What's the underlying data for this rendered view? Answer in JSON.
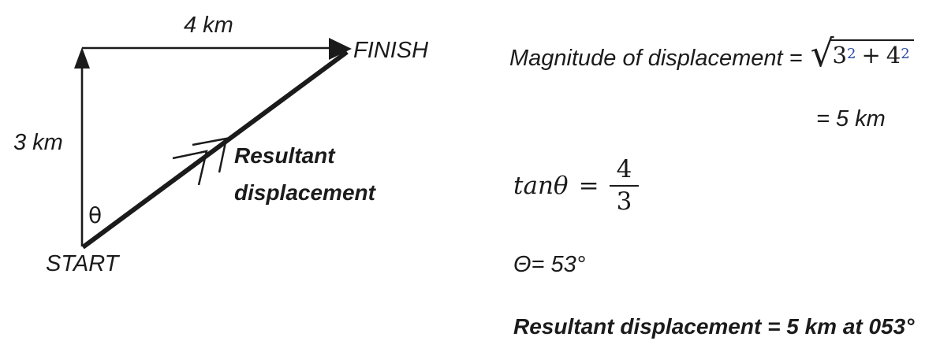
{
  "colors": {
    "ink": "#1b1b1b",
    "exponent_accent": "#2b4aa0"
  },
  "diagram": {
    "label_4km": "4 km",
    "label_finish": "FINISH",
    "label_3km": "3 km",
    "label_theta": "θ",
    "label_start": "START",
    "resultant_label_line1": "Resultant",
    "resultant_label_line2": "displacement"
  },
  "solution": {
    "magnitude_line": {
      "prefix": "Magnitude of displacement =",
      "radical_sign": "√",
      "radicand_base1": "3",
      "radicand_exp1": "2",
      "radicand_plus": "+",
      "radicand_base2": "4",
      "radicand_exp2": "2"
    },
    "result_magnitude": "= 5 km",
    "tan_line": {
      "lhs": "tanθ",
      "equals": "=",
      "numerator": "4",
      "denominator": "3"
    },
    "theta_line": "Θ= 53°",
    "final_line": "Resultant displacement = 5 km at 053°"
  }
}
